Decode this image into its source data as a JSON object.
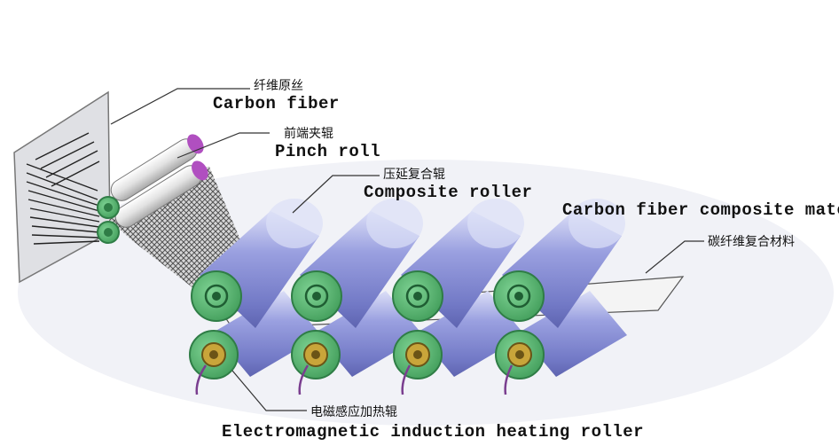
{
  "labels": {
    "carbon_fiber": {
      "zh": "纤维原丝",
      "en": "Carbon fiber"
    },
    "pinch_roll": {
      "zh": "前端夹辊",
      "en": "Pinch roll"
    },
    "composite_roller": {
      "zh": "压延复合辊",
      "en": "Composite roller"
    },
    "composite_materials": {
      "zh": "碳纤维复合材料",
      "en": "Carbon fiber composite materials"
    },
    "heating_roller": {
      "zh": "电磁感应加热辊",
      "en": "Electromagnetic induction heating roller"
    }
  },
  "colors": {
    "roller_body": "#8c93d8",
    "roller_highlight": "#dcdff7",
    "roller_shadow": "#5e64b0",
    "end_cap": "#4fb56a",
    "end_cap_dark": "#2f7d46",
    "coil": "#c9a53a",
    "sheet": "#f4f4f4",
    "pinch_cap": "#b04fc0",
    "cable": "#7a3e8f"
  }
}
